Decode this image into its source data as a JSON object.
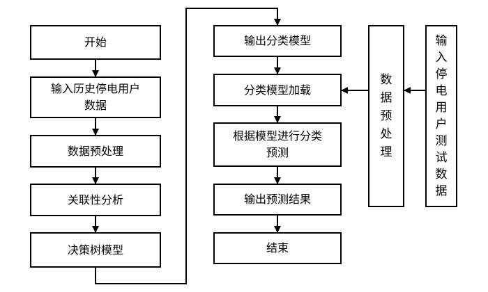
{
  "left_column": {
    "start": "开始",
    "input_history": "输入历史停电用户\n数据",
    "preprocess": "数据预处理",
    "correlation": "关联性分析",
    "decision_tree": "决策树模型"
  },
  "middle_column": {
    "output_model": "输出分类模型",
    "load_model": "分类模型加载",
    "classify": "根据模型进行分类\n预测",
    "output_result": "输出预测结果",
    "end": "结束"
  },
  "right_column": {
    "preprocess_vertical": "数\n据\n预\n处\n理",
    "input_test_vertical": "输\n入\n停\n电\n用\n户\n测\n试\n数\n据"
  }
}
